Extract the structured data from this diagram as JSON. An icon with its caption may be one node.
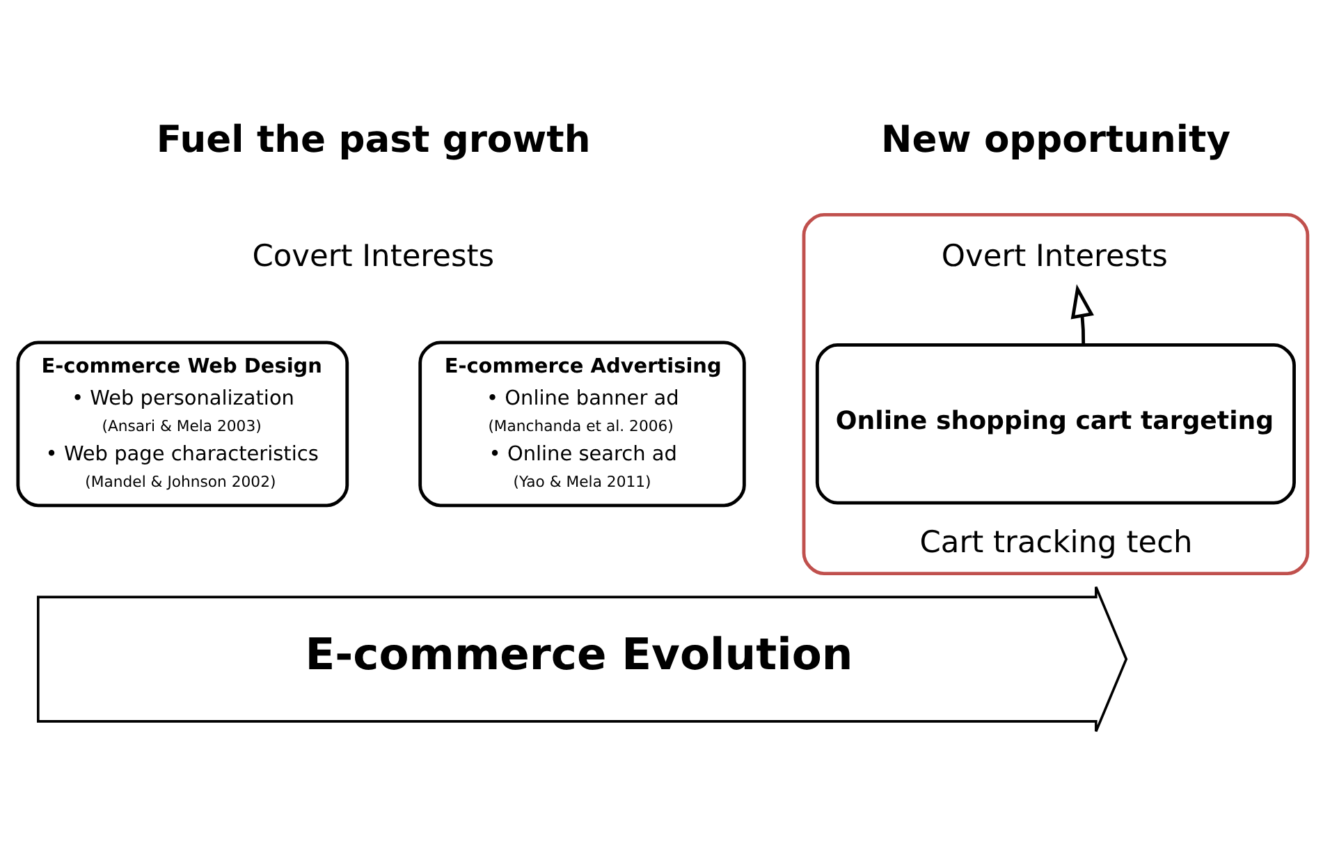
{
  "diagram": {
    "nodes": [
      {
        "text": [
          "E-commerce Web Design",
          "• Web personalization",
          "(Ansari & Mela 2003)",
          "• Web page characteristics",
          "(Mandel & Johnson 2002)"
        ]
      },
      {
        "text": [
          "E-commerce Advertising",
          "• Online banner ad",
          "(Manchanda et al. 2006)",
          "• Online search ad",
          "(Yao & Mela 2011)"
        ]
      },
      {
        "text": [
          "Cart tracking tech"
        ]
      },
      {
        "text": [
          "Overt Interests"
        ],
        "in": 2
      },
      {
        "text": [
          "Online shopping cart targeting"
        ],
        "in": 2
      },
      {
        "text": [
          "E-commerce Evolution"
        ]
      }
    ],
    "edges": [
      {
        "from": 4,
        "to": 3,
        "arrow": "to"
      }
    ],
    "labels": [
      "Fuel the past growth",
      "New opportunity",
      "Covert Interests"
    ]
  }
}
